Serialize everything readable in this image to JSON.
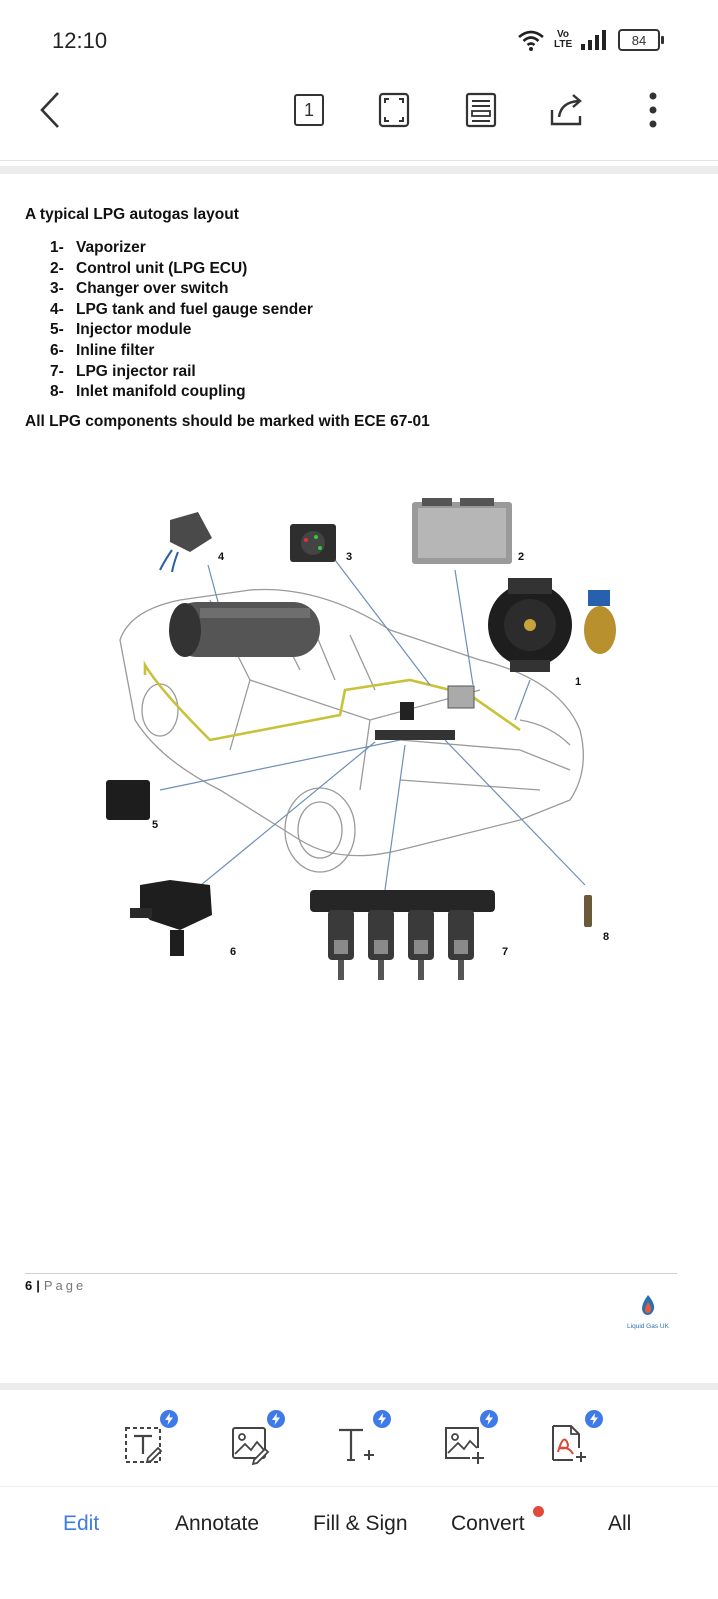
{
  "status_bar": {
    "time": "12:10",
    "volte_label": "Vo\nLTE",
    "battery_level": "84",
    "icons": [
      "wifi-icon",
      "signal-bars-icon",
      "battery-icon"
    ]
  },
  "toolbar": {
    "page_number": "1",
    "icons": [
      "back-chevron-icon",
      "page-number-icon",
      "fullscreen-icon",
      "reading-mode-icon",
      "share-icon",
      "more-vert-icon"
    ]
  },
  "document": {
    "heading": "A typical LPG autogas layout",
    "components": [
      {
        "num": "1-",
        "label": "Vaporizer"
      },
      {
        "num": "2-",
        "label": "Control unit (LPG ECU)"
      },
      {
        "num": "3-",
        "label": "Changer over switch"
      },
      {
        "num": "4-",
        "label": "LPG tank and fuel gauge sender"
      },
      {
        "num": "5-",
        "label": "Injector module"
      },
      {
        "num": "6-",
        "label": "Inline filter"
      },
      {
        "num": "7-",
        "label": "LPG injector rail"
      },
      {
        "num": "8-",
        "label": "Inlet manifold coupling"
      }
    ],
    "note": "All LPG components should be marked with ECE 67-01",
    "diagram_labels": [
      "1",
      "2",
      "3",
      "4",
      "5",
      "6",
      "7",
      "8"
    ],
    "footer": {
      "page_num": "6",
      "separator": "|",
      "page_label": "Page",
      "logo_text": "Liquid Gas UK"
    }
  },
  "edit_tools": [
    {
      "icon": "add-text-box-icon",
      "premium": true
    },
    {
      "icon": "edit-image-icon",
      "premium": true
    },
    {
      "icon": "add-text-icon",
      "premium": true
    },
    {
      "icon": "add-image-icon",
      "premium": true
    },
    {
      "icon": "pdf-add-icon",
      "premium": true
    }
  ],
  "tabs": [
    {
      "label": "Edit",
      "active": true
    },
    {
      "label": "Annotate",
      "active": false
    },
    {
      "label": "Fill & Sign",
      "active": false
    },
    {
      "label": "Convert",
      "active": false,
      "notification": true
    },
    {
      "label": "All",
      "active": false
    }
  ],
  "colors": {
    "accent": "#3f7be0",
    "badge": "#3e7be8",
    "notification_dot": "#e04a3a",
    "fuel_line": "#c8c23a"
  }
}
